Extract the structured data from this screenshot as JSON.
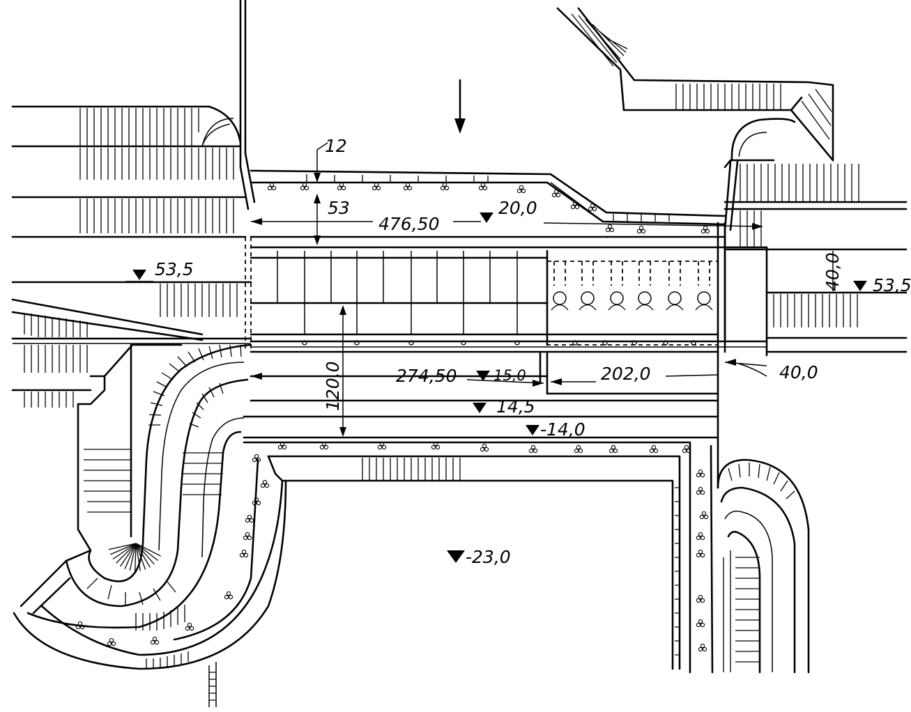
{
  "dimensions": {
    "d12": "12",
    "d53": "53",
    "d476": "476,50",
    "d274": "274,50",
    "d202": "202,0",
    "d120": "120,0",
    "d40v": "40,0",
    "d40h": "40,0"
  },
  "elevations": {
    "e200": "20,0",
    "e535_left": "53,5",
    "e535_right": "53,5",
    "e150": "15,0",
    "e145": "14,5",
    "e140": "-14,0",
    "e230": "-23,0"
  }
}
